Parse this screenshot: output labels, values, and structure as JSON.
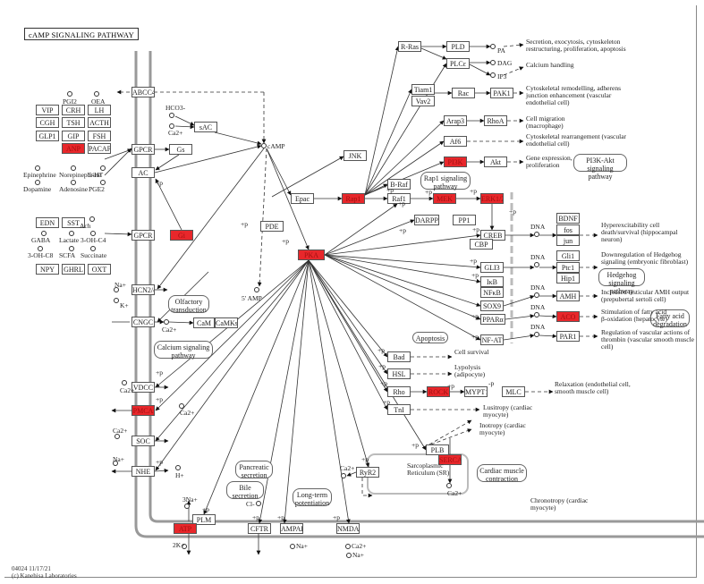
{
  "title": "cAMP SIGNALING PATHWAY",
  "footer": {
    "line1": "04024 11/17/21",
    "line2": "(c) Kanehisa Laboratories"
  },
  "colors": {
    "highlight": "#e8272b",
    "membrane": "#999999",
    "line": "#333333"
  },
  "ligand_group1": {
    "compounds": [
      "PGI2",
      "OEA"
    ],
    "genes": [
      [
        "VIP",
        "CRH",
        "LH"
      ],
      [
        "CGH",
        "TSH",
        "ACTH"
      ],
      [
        "GLP1",
        "GIP",
        "FSH"
      ],
      [
        "",
        "ANP",
        "PACAP"
      ]
    ]
  },
  "ligand_group2": {
    "compounds": [
      "Epinephrine",
      "Norepinephrine",
      "5-HT",
      "Dopamine",
      "Adenosine",
      "PGE2"
    ]
  },
  "ligand_group3": {
    "genes_top": [
      "EDN",
      "SST"
    ],
    "compounds": [
      "Ach",
      "GABA",
      "Lactate",
      "3-OH-C4",
      "3-OH-C8",
      "SCFA",
      "Succinate"
    ],
    "genes_bottom": [
      "NPY",
      "GHRL",
      "OXT"
    ]
  },
  "nodes": {
    "ABCC4": "ABCC4",
    "GPCR1": "GPCR",
    "Gs": "Gs",
    "AC": "AC",
    "GPCR2": "GPCR",
    "Gi": "Gi",
    "sAC": "sAC",
    "HCN": "HCN2/4",
    "CNGC": "CNGC",
    "CaM": "CaM",
    "CaMKs": "CaMKs",
    "VDCC": "VDCC",
    "PMCA": "PMCA",
    "SOC": "SOC",
    "NHE": "NHE",
    "ATP": "ATP",
    "PLM": "PLM",
    "CFTR": "CFTR",
    "AMPAR": "AMPAR",
    "NMDAR": "NMDAR",
    "PDE": "PDE",
    "PKA": "PKA",
    "Epac": "Epac",
    "Rap1": "Rap1",
    "JNK": "JNK",
    "BRaf": "B-Raf",
    "Raf1": "Raf1",
    "MEK": "MEK",
    "ERK": "ERK1/2",
    "RRas": "R-Ras",
    "PLD": "PLD",
    "PLCe": "PLCε",
    "Tiam1": "Tiam1",
    "Vav2": "Vav2",
    "Rac": "Rac",
    "PAK1": "PAK1",
    "Arap3": "Arap3",
    "RhoA": "RhoA",
    "Af6": "Af6",
    "PI3K": "PI3K",
    "Akt": "Akt",
    "DARPP32": "DARPP32",
    "PP1": "PP1",
    "CREB": "CREB",
    "CBP": "CBP",
    "GLI3": "GLI3",
    "IkB": "IκB",
    "NFkB": "NFκB",
    "SOX9": "SOX9",
    "PPARa": "PPARα",
    "NFAT": "NF-AT",
    "BDNF": "BDNF",
    "fos": "fos",
    "jun": "jun",
    "Gli1": "Gli1",
    "Ptc1": "Ptc1",
    "Hip1": "Hip1",
    "AMH": "AMH",
    "ACO": "ACO",
    "PAR1": "PAR1",
    "Bad": "Bad",
    "HSL": "HSL",
    "Rho": "Rho",
    "ROCK": "ROCK",
    "MYPT1": "MYPT1",
    "MLC": "MLC",
    "TnI": "TnI",
    "PLB": "PLB",
    "SERCA": "SERCA2a",
    "RyR2": "RyR2"
  },
  "compounds": {
    "HCO3": "HCO3-",
    "Ca": "Ca2+",
    "cAMP": "cAMP",
    "AMP5": "5' AMP",
    "Na": "Na+",
    "K": "K+",
    "H": "H+",
    "Cl": "Cl-",
    "PA": "PA",
    "DAG": "DAG",
    "IP3": "IP3",
    "DNA": "DNA",
    "3Na": "3Na+",
    "2K": "2K+"
  },
  "pathways": {
    "rap1": "Rap1 signaling pathway",
    "pi3k": "PI3K-Akt signaling pathway",
    "olfactory": "Olfactory transduction",
    "calcium": "Calcium signaling pathway",
    "apoptosis": "Apoptosis",
    "hedgehog": "Hedgehog signaling pathway",
    "fatty": "Fatty acid degradation",
    "pancreatic": "Pancreatic secretion",
    "bile": "Bile secretion",
    "ltp": "Long-term potentiation",
    "cardiac": "Cardiac muscle contraction",
    "sr": "Sarcoplasmic Reticulum (SR)"
  },
  "outcomes": {
    "secretion": "Secretion, exocytosis, cytoskeleton restructuring, proliferation, apoptosis",
    "calcium": "Calcium handling",
    "cyto1": "Cytoskeletal remodelling, adherens junction enhancement (vascular endothelial cell)",
    "migration": "Cell migration (macrophage)",
    "cyto2": "Cytoskeletal rearrangement (vascular endothelial cell)",
    "gene": "Gene expression, proliferation",
    "hyper": "Hyperexcitability cell death/survival (hippocampal neuron)",
    "down": "Downregulation of Hedgehog signaling (embryonic fibroblast)",
    "amh": "Increased testicular AMH output (prepubertal sertoli cell)",
    "fatty": "Stimulation of fatty acid β-oxidation (hepatocyte)",
    "par1": "Regulation of vascular actions of thrombin (vascular smooth muscle cell)",
    "survival": "Cell survival",
    "lipolysis": "Lypolysis (adipocyte)",
    "relax": "Relaxation (endothelial cell, smooth muscle cell)",
    "lusitropy": "Lusitropy (cardiac myocyte)",
    "inotropy": "Inotropy (cardiac myocyte)",
    "chrono": "Chronotropy (cardiac myocyte)"
  },
  "marks": {
    "p": "+p",
    "mp": "-p"
  }
}
